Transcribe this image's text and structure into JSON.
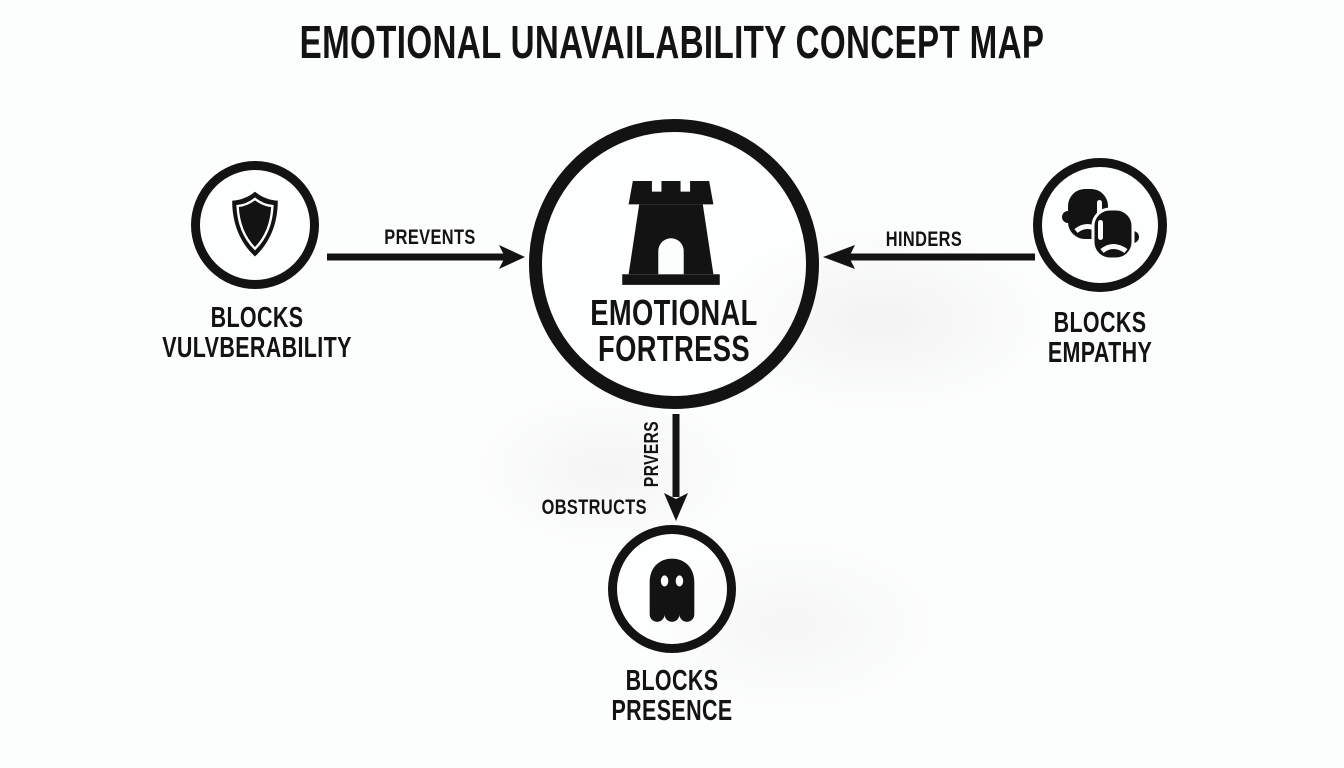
{
  "title": "EMOTIONAL UNAVAILABILITY CONCEPT MAP",
  "colors": {
    "ink": "#131313",
    "background": "#fcfdfd"
  },
  "nodes": {
    "center": {
      "icon": "castle-tower-icon",
      "label_line1": "EMOTIONAL",
      "label_line2": "FORTRESS"
    },
    "left": {
      "icon": "shield-icon",
      "label_line1": "BLOCKS",
      "label_line2": "VULVBERABILITY"
    },
    "right": {
      "icon": "two-faces-icon",
      "label_line1": "BLOCKS",
      "label_line2": "EMPATHY"
    },
    "bottom": {
      "icon": "ghost-icon",
      "label_line1": "BLOCKS",
      "label_line2": "PRESENCE"
    }
  },
  "edges": {
    "left_to_center": {
      "label": "PREVENTS",
      "direction": "right"
    },
    "right_to_center": {
      "label": "HINDERS",
      "direction": "left"
    },
    "center_to_bottom": {
      "vertical_label": "PRVERS",
      "side_label": "OBSTRUCTS",
      "direction": "down"
    }
  }
}
